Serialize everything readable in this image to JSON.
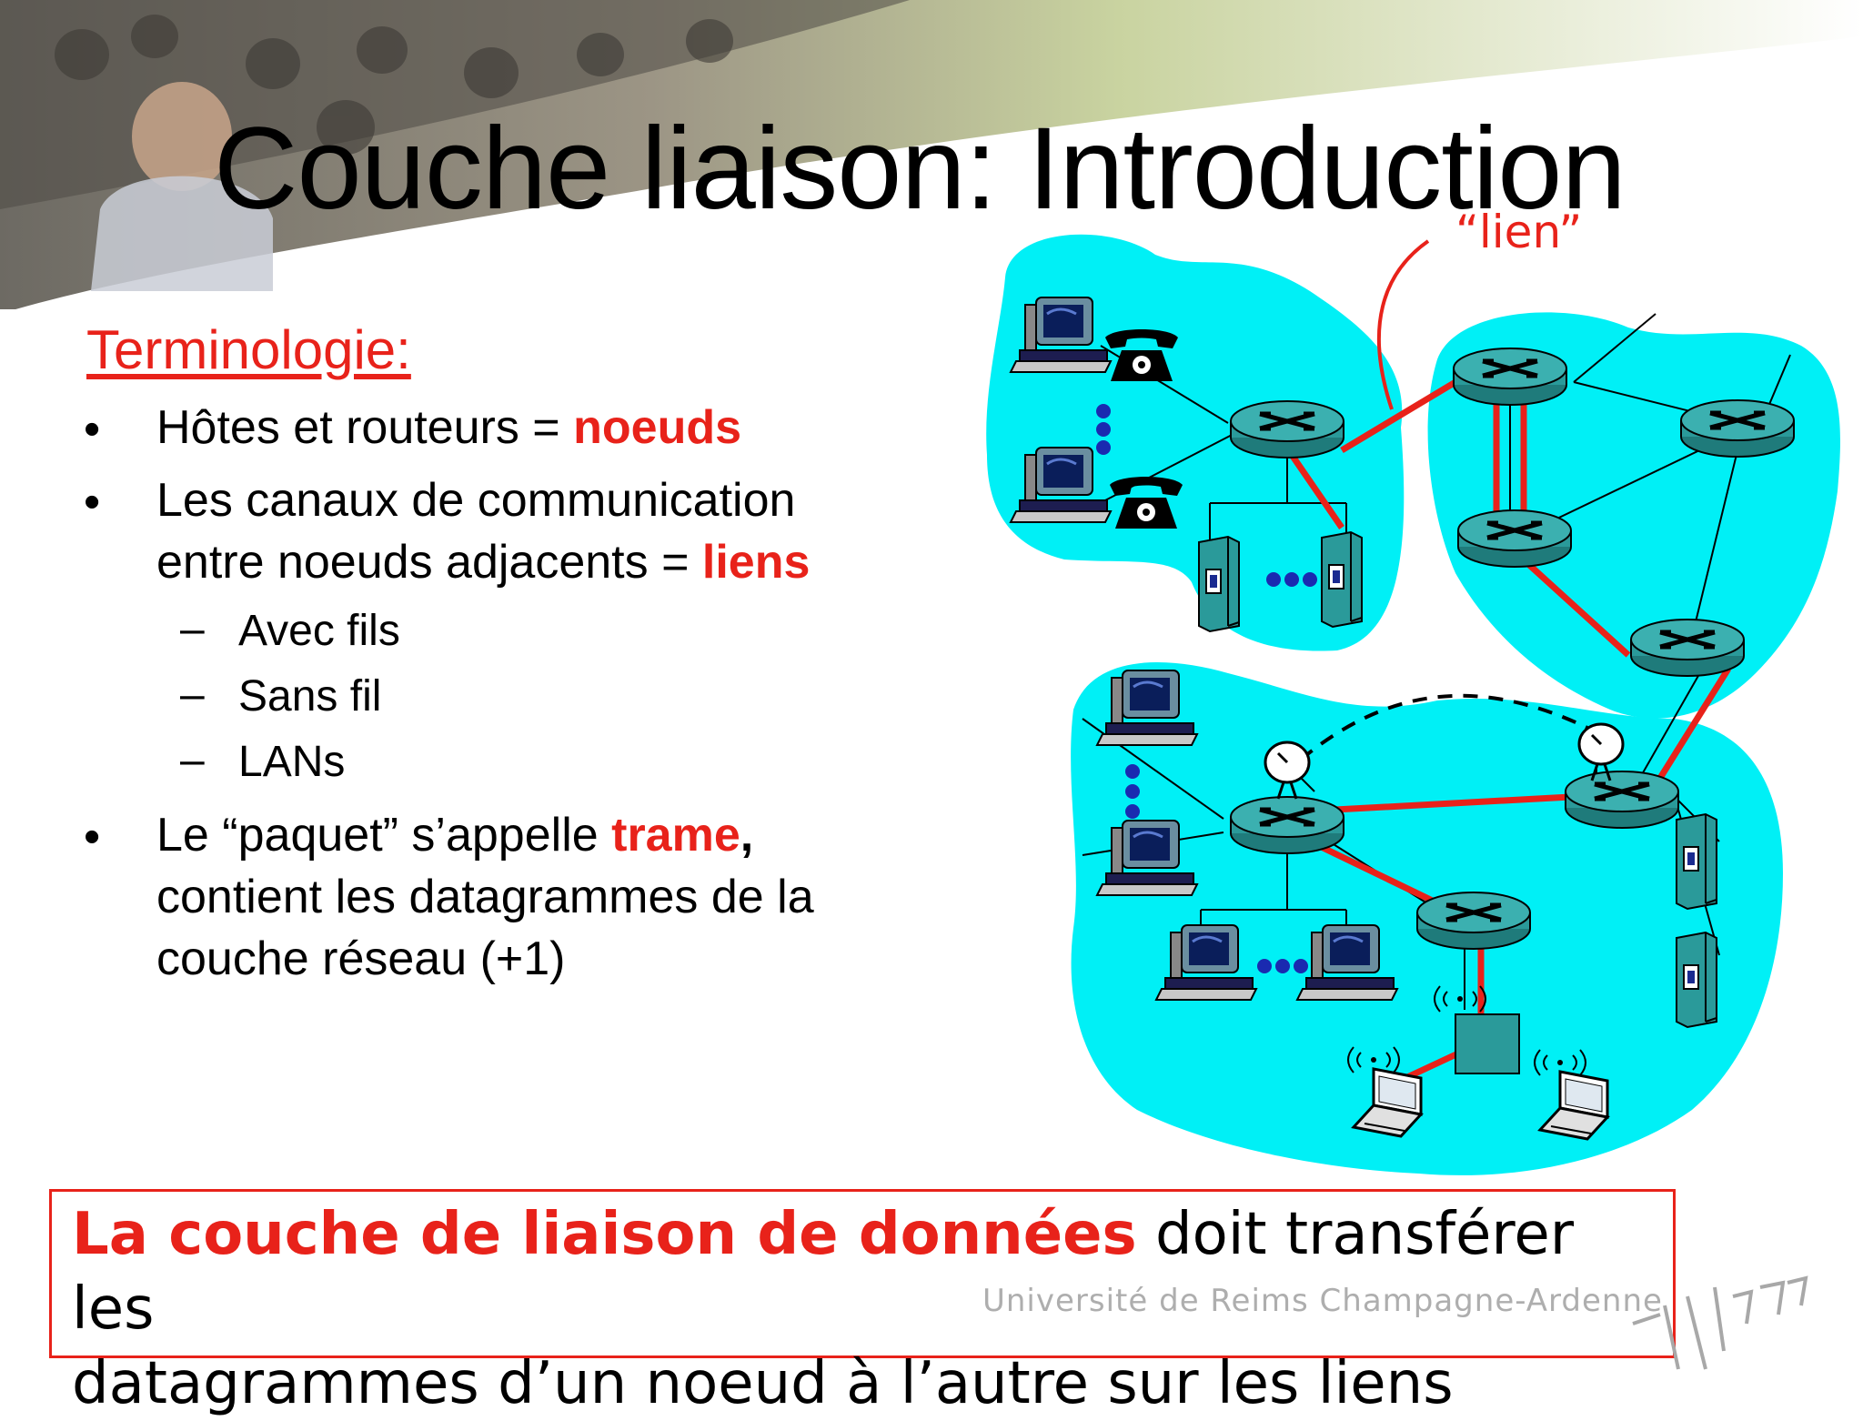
{
  "title": "Couche liaison: Introduction",
  "terminology": {
    "heading": "Terminologie:",
    "bullet_symbol": "•",
    "dash_symbol": "–",
    "bullets": [
      {
        "text": "Hôtes et routeurs = ",
        "highlight": "noeuds"
      },
      {
        "line1": "Les canaux de communication",
        "line2": "entre noeuds adjacents = ",
        "highlight": "liens"
      }
    ],
    "sub_items": [
      "Avec fils",
      "Sans fil",
      "LANs"
    ],
    "last_bullet": {
      "text": "Le “paquet” s’appelle ",
      "highlight": "trame",
      "comma": ",",
      "line2": "contient les datagrammes de la",
      "line3": "couche réseau (+1)"
    }
  },
  "diagram": {
    "link_label": "“lien”",
    "colors": {
      "network_cloud": "#00f0f6",
      "link_highlight": "#e8221a",
      "router": "#2a9a9a"
    }
  },
  "summary": {
    "highlight": "La couche de liaison de données",
    "rest": " doit transférer les",
    "line2": "datagrammes d’un noeud à l’autre sur les liens"
  },
  "watermark": "Université de Reims Champagne-Ardenne",
  "colors": {
    "accent": "#e8221a"
  }
}
